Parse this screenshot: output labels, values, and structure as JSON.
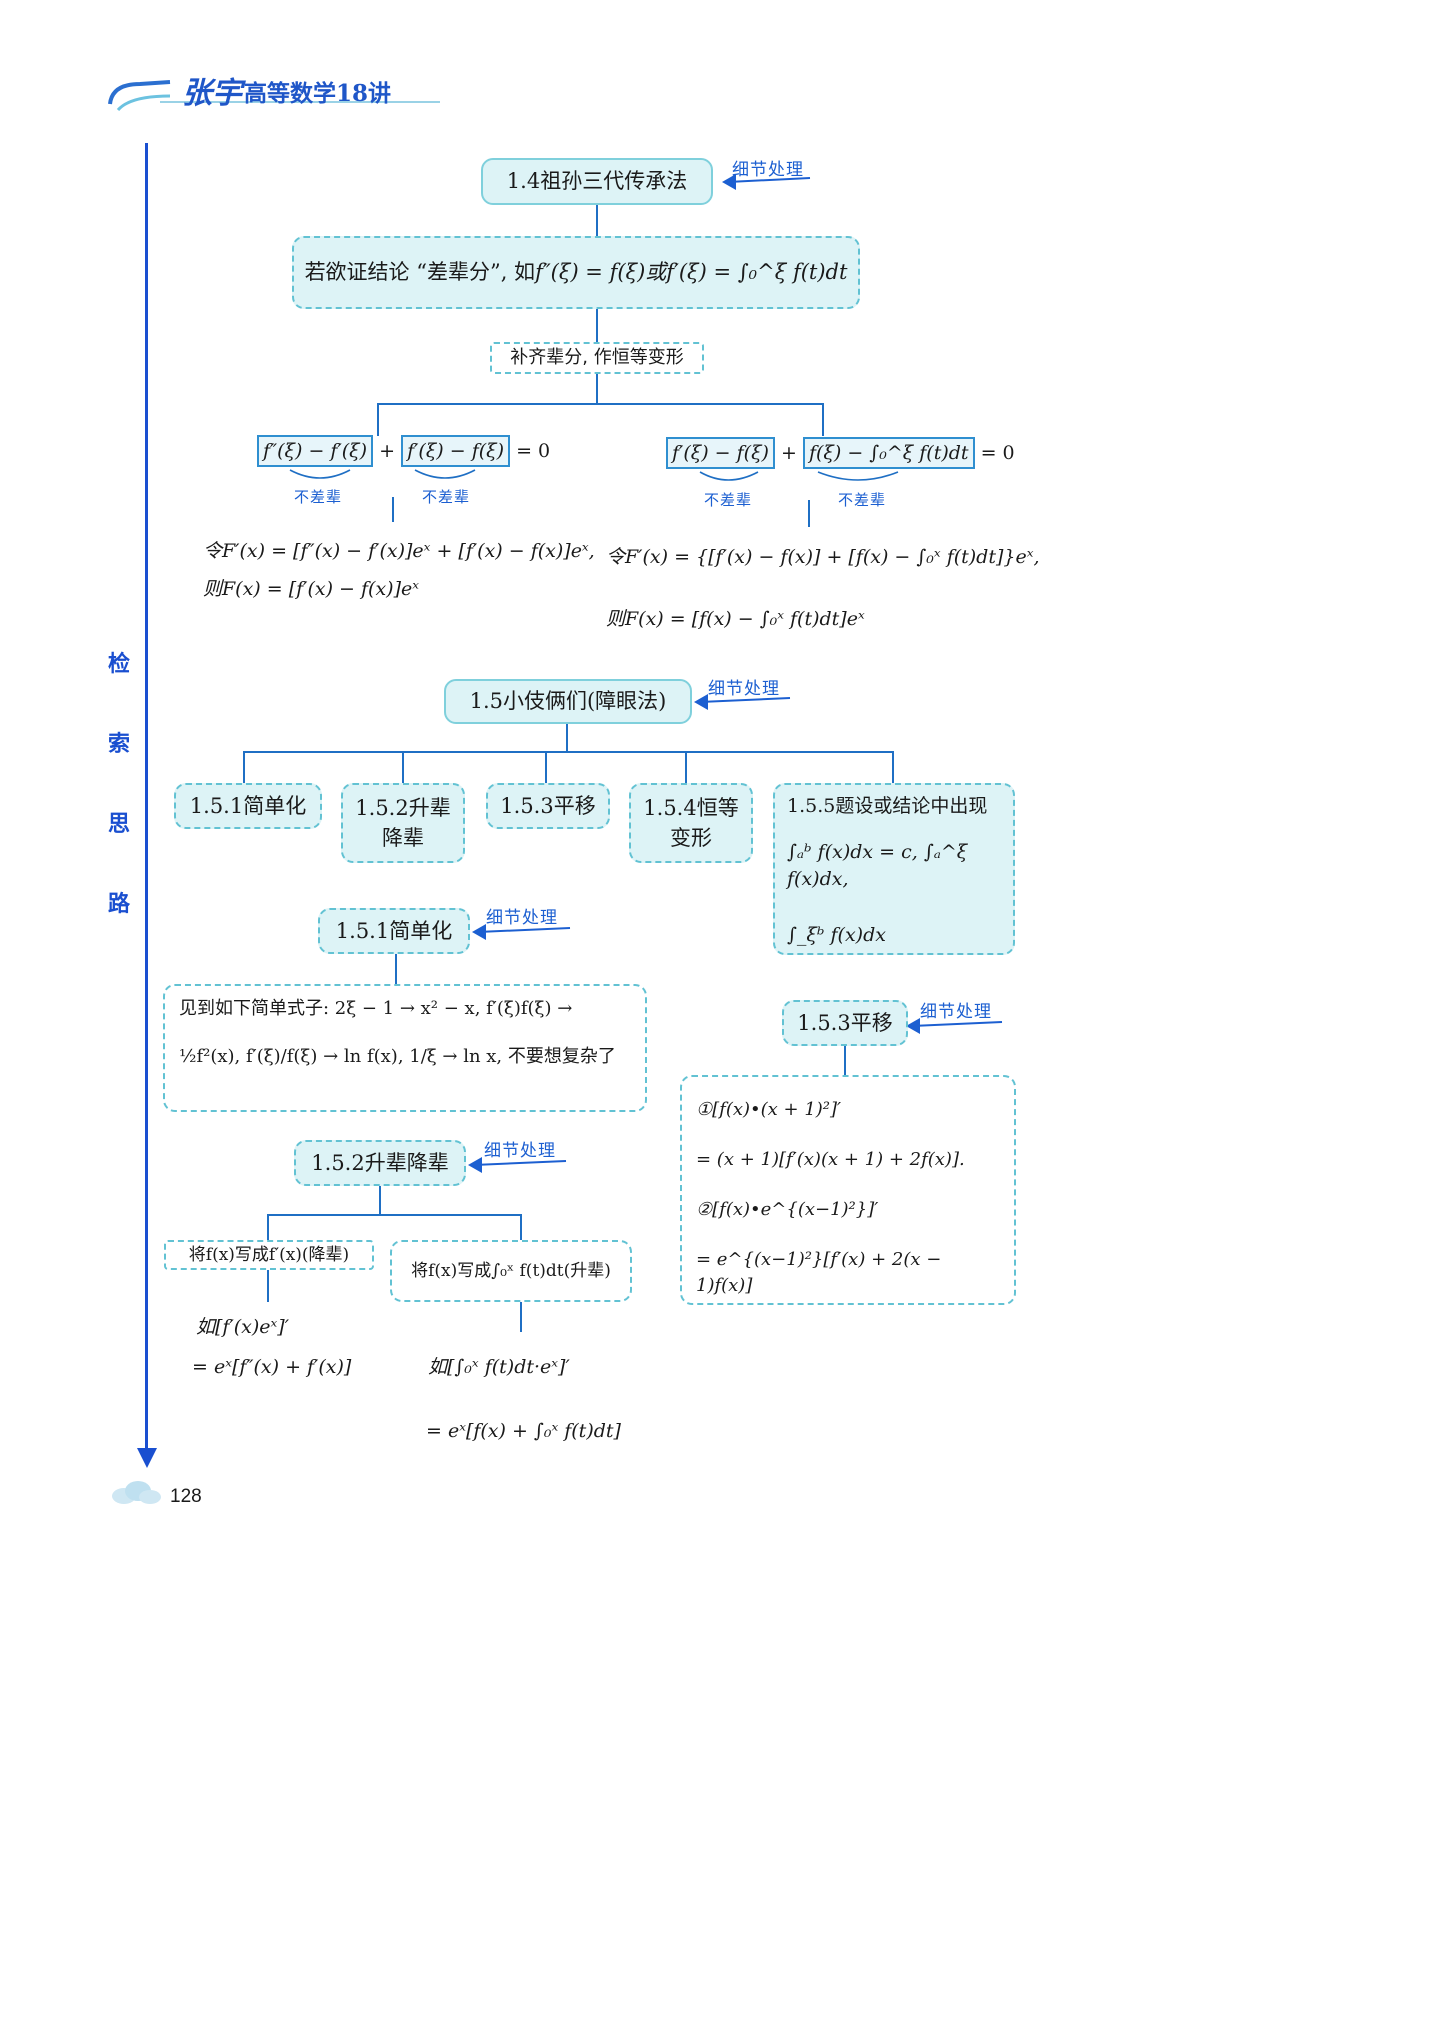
{
  "header": {
    "brand": "张宇",
    "title": "高等数学18讲"
  },
  "side_label": [
    "检",
    "索",
    "思",
    "路"
  ],
  "page_number": "128",
  "note_label": "细节处理",
  "sec14": {
    "title": "1.4祖孙三代传承法",
    "premise_text": "若欲证结论 “差辈分”, 如",
    "premise_formula": "f″(ξ) = f(ξ)或f′(ξ) = ∫₀^ξ f(t)dt",
    "method": "补齐辈分, 作恒等变形",
    "left_eq_a": "f″(ξ) − f′(ξ)",
    "left_eq_b": "f′(ξ) − f(ξ)",
    "left_eq_tail": "= 0",
    "not_diff": "不差辈",
    "left_F1": "令F′(x) = [f″(x) − f′(x)]eˣ + [f′(x) − f(x)]eˣ,",
    "left_F2": "则F(x) = [f′(x) − f(x)]eˣ",
    "right_eq_a": "f′(ξ) − f(ξ)",
    "right_eq_b": "f(ξ) − ∫₀^ξ f(t)dt",
    "right_eq_tail": "= 0",
    "right_F1": "令F′(x) = {[f′(x) − f(x)] + [f(x) − ∫₀ˣ f(t)dt]}eˣ,",
    "right_F2": "则F(x) = [f(x) − ∫₀ˣ f(t)dt]eˣ"
  },
  "sec15": {
    "title": "1.5小伎俩们(障眼法)",
    "items": [
      "1.5.1简单化",
      "1.5.2升辈降辈",
      "1.5.3平移",
      "1.5.4恒等变形"
    ],
    "item2_line1": "1.5.2升辈",
    "item2_line2": "降辈",
    "item4_line1": "1.5.4恒等",
    "item4_line2": "变形",
    "item5_title": "1.5.5题设或结论中出现",
    "item5_f1": "∫ₐᵇ f(x)dx = c, ∫ₐ^ξ f(x)dx,",
    "item5_f2": "∫_ξᵇ f(x)dx"
  },
  "sec151": {
    "title": "1.5.1简单化",
    "line1": "见到如下简单式子: 2ξ − 1 → x² − x, f′(ξ)f(ξ) →",
    "line2": "½f²(x), f′(ξ)/f(ξ) → ln f(x), 1/ξ → ln x, 不要想复杂了"
  },
  "sec152": {
    "title": "1.5.2升辈降辈",
    "left_box": "将f(x)写成f′(x)(降辈)",
    "right_box": "将f(x)写成∫₀ˣ f(t)dt(升辈)",
    "left_ex1": "如[f′(x)eˣ]′",
    "left_ex2": "= eˣ[f″(x) + f′(x)]",
    "right_ex1": "如[∫₀ˣ f(t)dt·eˣ]′",
    "right_ex2": "= eˣ[f(x) + ∫₀ˣ f(t)dt]"
  },
  "sec153": {
    "title": "1.5.3平移",
    "l1": "①[f(x)•(x + 1)²]′",
    "l2": "= (x + 1)[f′(x)(x + 1) + 2f(x)].",
    "l3": "②[f(x)•e^{(x−1)²}]′",
    "l4": "= e^{(x−1)²}[f′(x) + 2(x − 1)f(x)]"
  },
  "colors": {
    "box_fill": "#ddf3f6",
    "box_border": "#62c2d3",
    "line": "#1f6fc4",
    "note": "#1c5fd1",
    "spine": "#1a4fd0"
  }
}
